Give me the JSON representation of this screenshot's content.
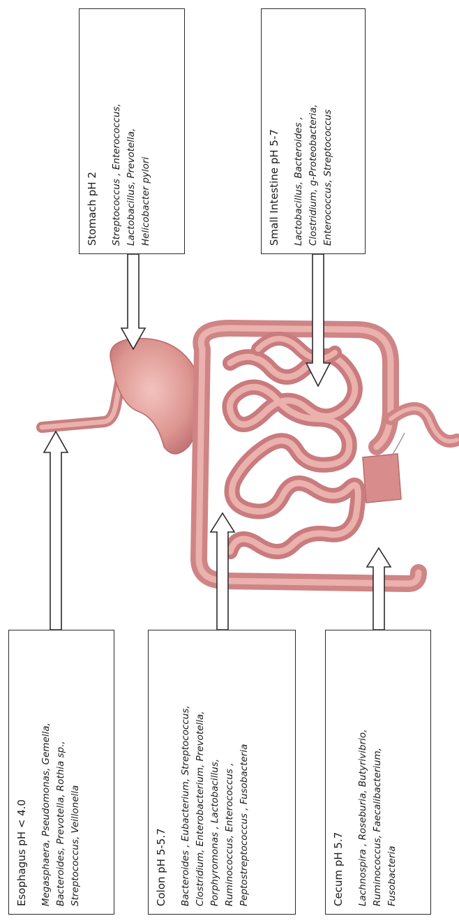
{
  "regions": {
    "stomach": {
      "title": "Stomach pH 2",
      "lines": [
        "Streptococcus , Enterococcus,",
        "Lactobacillus, Prevotella,",
        "Helicobacter pylori"
      ]
    },
    "small_intestine": {
      "title": "Small Intestine pH 5-7",
      "lines": [
        "Lactobacillus, Bacteroides ,",
        "Clostridium, g-Proteobacteria,",
        "Enterococcus, Streptococcus"
      ]
    },
    "esophagus": {
      "title": "Esophagus pH < 4.0",
      "lines": [
        "Megasphaera, Pseudomonas, Gemella,",
        "Bacteroides, Prevotella, Rothia sp.,",
        "Streptococcus, Veillonella"
      ]
    },
    "colon": {
      "title": "Colon pH 5-5.7",
      "lines": [
        "Bacteroides , Eubacterium, Streptococcus,",
        "Clostridium, Enterobacterium, Prevotella,",
        "Porphyromonas , Lactobacillus,",
        "Ruminococcus, Enterococcus ,",
        "Peptostreptococcus , Fusobacteria"
      ]
    },
    "cecum": {
      "title": "Cecum pH 5.7",
      "lines": [
        "Lachnospira , Roseburia, Butyrivibrio,",
        "Ruminococcus, Faecalibacterium,",
        "Fusobacteria"
      ]
    }
  },
  "colors": {
    "organ": "#d98c8c",
    "organ_dark": "#b86a6c",
    "organ_light": "#ecb3b0",
    "stroke": "#2a2a2a"
  }
}
